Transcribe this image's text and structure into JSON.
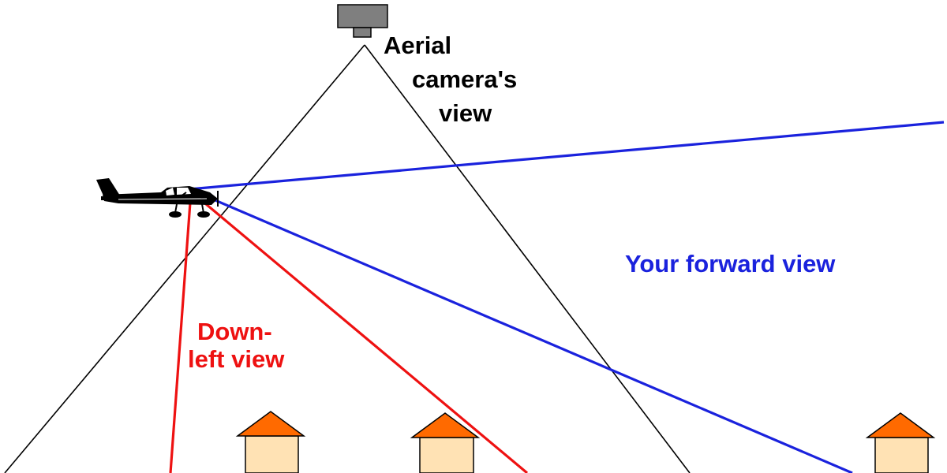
{
  "labels": {
    "camera": [
      "Aerial",
      "camera's",
      "view"
    ],
    "down_left": [
      "Down-",
      "left view"
    ],
    "forward": "Your forward view"
  },
  "colors": {
    "camera_lines": "#000000",
    "down_left": "#ee1111",
    "forward": "#1a22dd",
    "house_roof": "#ff6a00",
    "house_wall": "#ffe2b4",
    "camera_body": "#7f7f7f",
    "aircraft": "#000000"
  },
  "icons": {
    "camera": "aerial-camera-icon",
    "aircraft": "small-airplane-icon",
    "house": "house-icon"
  }
}
